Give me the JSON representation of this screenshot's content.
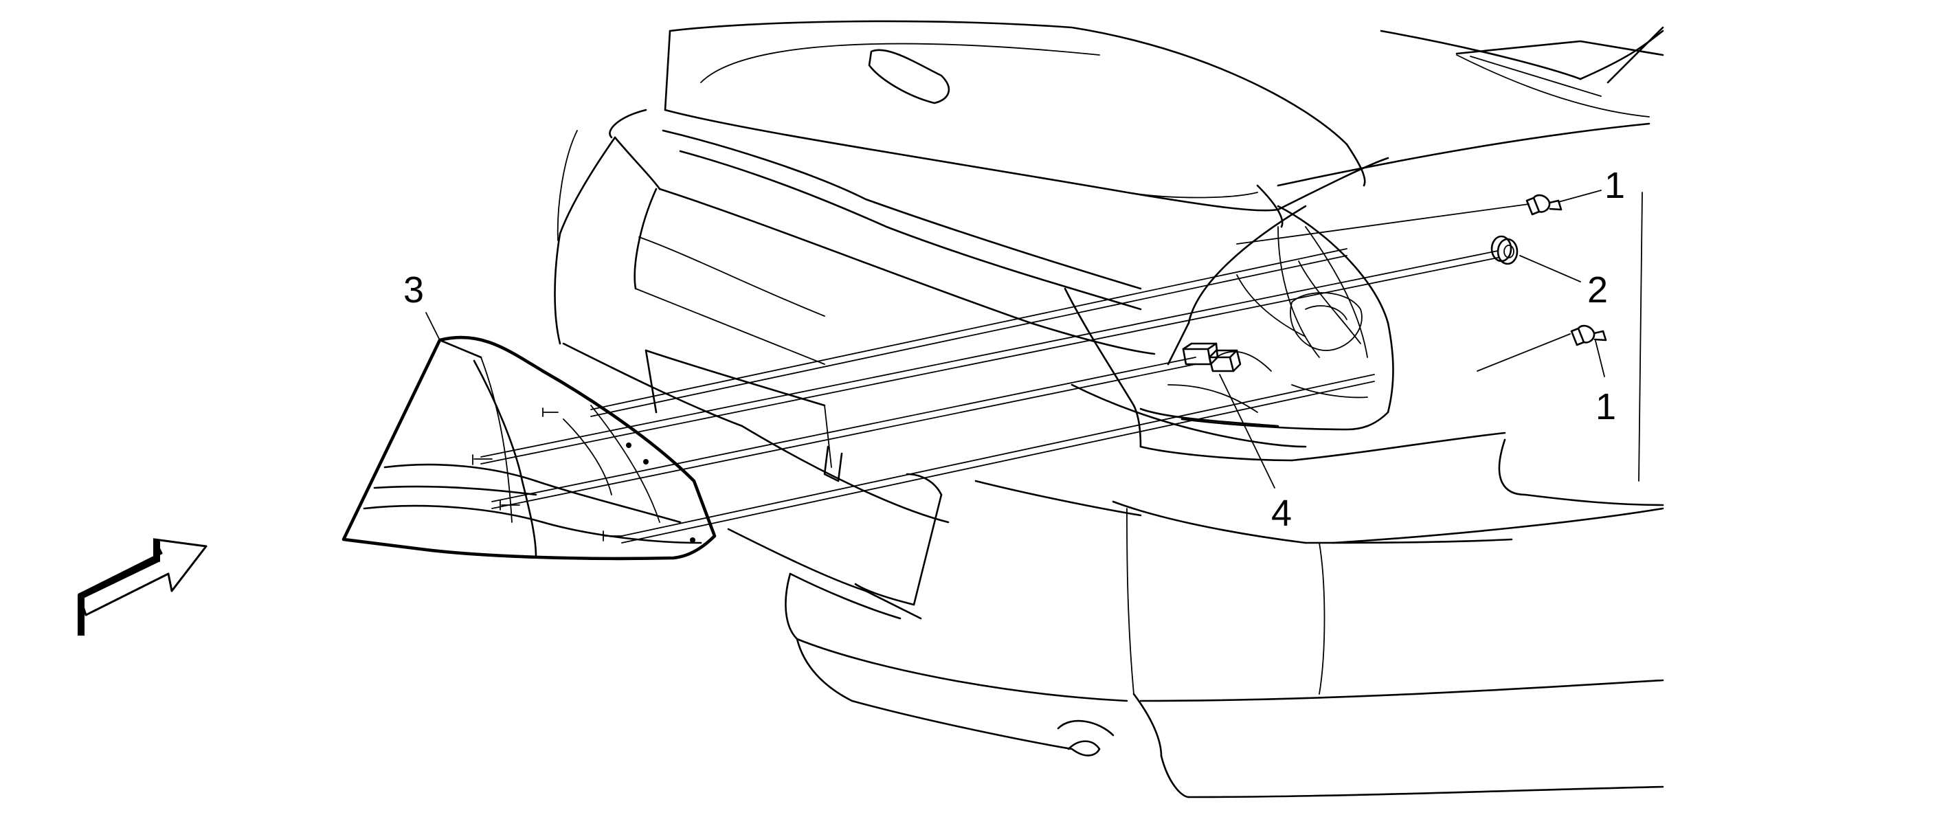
{
  "callouts": {
    "c1_upper": "1",
    "c2": "2",
    "c1_lower": "1",
    "c3": "3",
    "c4": "4"
  },
  "icons": {
    "view_arrow": "view-direction-arrow-icon"
  }
}
